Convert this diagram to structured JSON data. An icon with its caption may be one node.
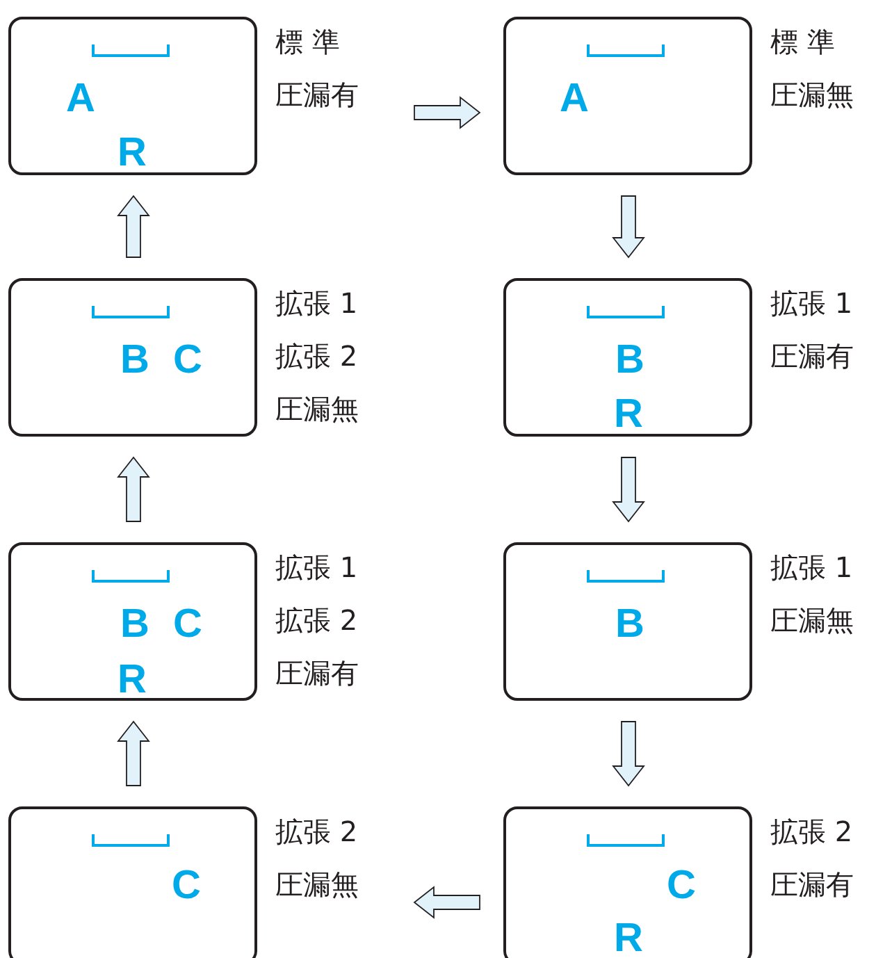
{
  "diagram": {
    "nodes": [
      {
        "text": [
          "A",
          "R"
        ],
        "beside": [
          "標 準",
          "圧漏有"
        ]
      },
      {
        "text": [
          "A"
        ],
        "beside": [
          "標 準",
          "圧漏無"
        ]
      },
      {
        "text": [
          "B",
          "R"
        ],
        "beside": [
          "拡張 1",
          "圧漏有"
        ]
      },
      {
        "text": [
          "B"
        ],
        "beside": [
          "拡張 1",
          "圧漏無"
        ]
      },
      {
        "text": [
          "C",
          "R"
        ],
        "beside": [
          "拡張 2",
          "圧漏有"
        ]
      },
      {
        "text": [
          "C"
        ],
        "beside": [
          "拡張 2",
          "圧漏無"
        ]
      },
      {
        "text": [
          "B",
          "C",
          "R"
        ],
        "beside": [
          "拡張 1",
          "拡張 2",
          "圧漏有"
        ]
      },
      {
        "text": [
          "B",
          "C"
        ],
        "beside": [
          "拡張 1",
          "拡張 2",
          "圧漏無"
        ]
      }
    ],
    "edges": [
      {
        "from": 0,
        "to": 1,
        "arrow": "to"
      },
      {
        "from": 1,
        "to": 2,
        "arrow": "to"
      },
      {
        "from": 2,
        "to": 3,
        "arrow": "to"
      },
      {
        "from": 3,
        "to": 4,
        "arrow": "to"
      },
      {
        "from": 4,
        "to": 5,
        "arrow": "to"
      },
      {
        "from": 5,
        "to": 6,
        "arrow": "to"
      },
      {
        "from": 6,
        "to": 7,
        "arrow": "to"
      },
      {
        "from": 7,
        "to": 0,
        "arrow": "to"
      }
    ]
  }
}
